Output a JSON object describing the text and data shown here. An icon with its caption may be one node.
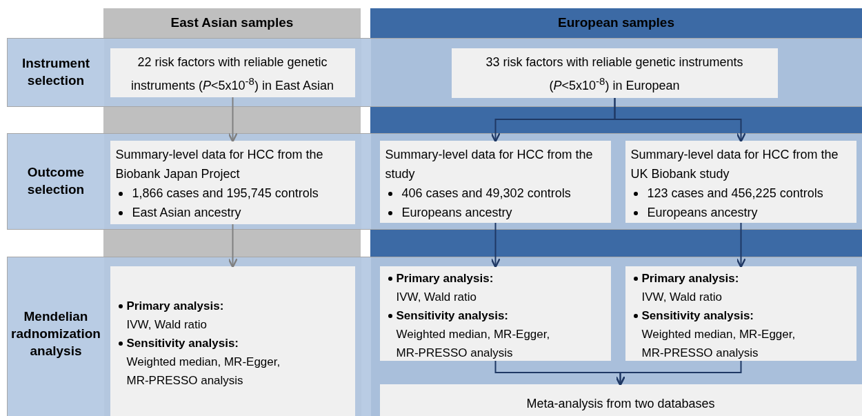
{
  "diagram": {
    "nodes": [
      {
        "text": [
          "East Asian samples"
        ]
      },
      {
        "text": [
          "European samples"
        ]
      },
      {
        "text": [
          "Instrument selection"
        ]
      },
      {
        "text": [
          "Outcome selection"
        ]
      },
      {
        "text": [
          "Mendelian radnomization analysis"
        ]
      },
      {
        "text": [
          "22 risk factors with reliable genetic instruments (*P*<5x10$^{-8}$) in East Asian"
        ],
        "in": 2
      },
      {
        "text": [
          "33 risk factors with reliable genetic instruments (*P*<5x10$^{-8}$) in European"
        ],
        "in": 2
      },
      {
        "text": [
          "Summary-level data for HCC from the Biobank Japan Project",
          "1,866 cases and 195,745 controls",
          "East Asian ancestry"
        ],
        "in": 3
      },
      {
        "text": [
          "Summary-level data for HCC from the study",
          "406 cases and 49,302 controls",
          "Europeans ancestry"
        ],
        "in": 3
      },
      {
        "text": [
          "Summary-level data for HCC from the UK Biobank study",
          "123 cases and 456,225 controls",
          "Europeans ancestry"
        ],
        "in": 3
      },
      {
        "text": [
          "Primary analysis:",
          "IVW, Wald ratio",
          "Sensitivity analysis:",
          "Weighted median, MR-Egger, MR-PRESSO analysis"
        ],
        "in": 4
      },
      {
        "text": [
          "Primary analysis:",
          "IVW, Wald ratio",
          "Sensitivity analysis:",
          "Weighted median, MR-Egger, MR-PRESSO analysis"
        ],
        "in": 4
      },
      {
        "text": [
          "Primary analysis:",
          "IVW, Wald ratio",
          "Sensitivity analysis:",
          "Weighted median, MR-Egger, MR-PRESSO analysis"
        ],
        "in": 4
      },
      {
        "text": [
          "Meta-analysis from two databases"
        ],
        "in": 4
      }
    ],
    "edges": [
      {
        "from": 5,
        "to": 7,
        "arrow": "to",
        "color": "#808080"
      },
      {
        "from": 6,
        "to": 8,
        "arrow": "to"
      },
      {
        "from": 6,
        "to": 9,
        "arrow": "to"
      },
      {
        "from": 7,
        "to": 10,
        "arrow": "to",
        "color": "#808080"
      },
      {
        "from": 8,
        "to": 11,
        "arrow": "to"
      },
      {
        "from": 9,
        "to": 12,
        "arrow": "to"
      },
      {
        "from": 11,
        "to": 13,
        "arrow": "to"
      },
      {
        "from": 12,
        "to": 13,
        "arrow": "to"
      }
    ]
  }
}
